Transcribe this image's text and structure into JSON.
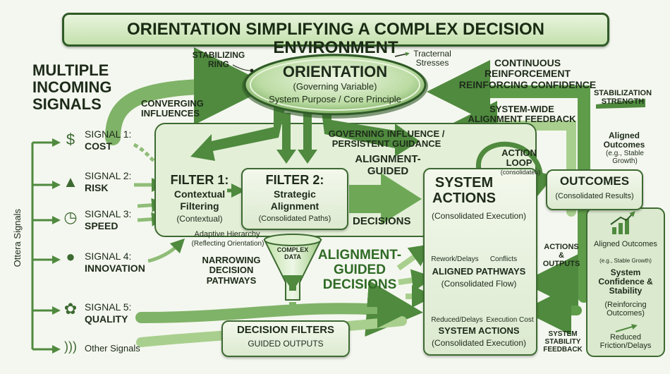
{
  "title": "ORIENTATION SIMPLIFYING A COMPLEX DECISION ENVIRONMENT",
  "left": {
    "heading": "MULTIPLE INCOMING SIGNALS",
    "vertical_label": "Ottera Signals",
    "signals": [
      {
        "line1": "SIGNAL 1:",
        "line2": "COST",
        "icon": "dollar-bag-icon"
      },
      {
        "line1": "SIGNAL 2:",
        "line2": "RISK",
        "icon": "warning-icon"
      },
      {
        "line1": "SIGNAL 3:",
        "line2": "SPEED",
        "icon": "stopwatch-icon"
      },
      {
        "line1": "SIGNAL 4:",
        "line2": "INNOVATION",
        "icon": "lightbulb-icon"
      },
      {
        "line1": "SIGNAL 5:",
        "line2": "QUALITY",
        "icon": "badge-icon"
      },
      {
        "line1": "Other Signals",
        "line2": "",
        "icon": "rss-icon"
      }
    ]
  },
  "orientation": {
    "title": "ORIENTATION",
    "subtitle": "(Governing Variable)",
    "desc": "System Purpose / Core Principle",
    "stabilizing_ring": "STABILIZING RING",
    "tractermal": "Tracternal Stresses"
  },
  "labels": {
    "converging": "CONVERGING INFLUENCES",
    "continuous": "CONTINUOUS REINFORCEMENT REINFORCING CONFIDENCE",
    "stabilization_strength": "STABILIZATION STRENGTH",
    "system_wide": "SYSTEM-WIDE ALIGNMENT FEEDBACK",
    "governing": "GOVERNING INFLUENCE / PERSISTENT GUIDANCE",
    "alignment_guided_top": "ALIGNMENT-GUIDED",
    "decisions": "DECISIONS",
    "action_loop": "ACTION LOOP",
    "action_loop_sub": "(consolidated)",
    "aligned_outcomes_top": "Aligned Outcomes",
    "aligned_outcomes_top_sub": "(e.g., Stable Growth)",
    "adaptive": "Adaptive Hierarchy",
    "adaptive_sub": "(Reflecting Orientation)",
    "narrowing": "NARROWING DECISION PATHWAYS",
    "complex_data": "COMPLEX DATA",
    "alignment_guided_mid": "ALIGNMENT-GUIDED DECISIONS",
    "actions_outputs": "ACTIONS & OUTPUTS",
    "system_stability": "SYSTEM STABILITY FEEDBACK"
  },
  "filter1": {
    "title": "FILTER 1:",
    "line1": "Contextual",
    "line2": "Filtering",
    "sub": "(Contextual)"
  },
  "filter2": {
    "title": "FILTER 2:",
    "line1": "Strategic",
    "line2": "Alignment",
    "sub": "(Consolidated Paths)"
  },
  "actions_box": {
    "title": "SYSTEM ACTIONS",
    "sub": "(Consolidated Execution)",
    "rework": "Rework/Delays",
    "conflicts": "Conflicts",
    "pathways": "ALIGNED PATHWAYS",
    "pathways_sub": "(Consolidated Flow)",
    "reduced": "Reduced/Delays",
    "exec_cost": "Execution Cost",
    "actions2": "SYSTEM ACTIONS",
    "actions2_sub": "(Consolidated Execution)"
  },
  "outcomes": {
    "title": "OUTCOMES",
    "sub": "(Consolidated Results)"
  },
  "right_panel": {
    "aligned": "Aligned Outcomes",
    "aligned_sub": "(e.g., Stable Growth)",
    "confidence": "System Confidence & Stability",
    "reinforcing": "(Reinforcing Outcomes)",
    "reduced": "Reduced Friction/Delays"
  },
  "decision_filters": {
    "title": "DECISION FILTERS",
    "sub": "GUIDED OUTPUTS"
  },
  "colors": {
    "dark_green": "#3d6a32",
    "mid_green": "#5a9a48",
    "light_green": "#a9cf8e",
    "title_bg": "#d6ebc4"
  }
}
